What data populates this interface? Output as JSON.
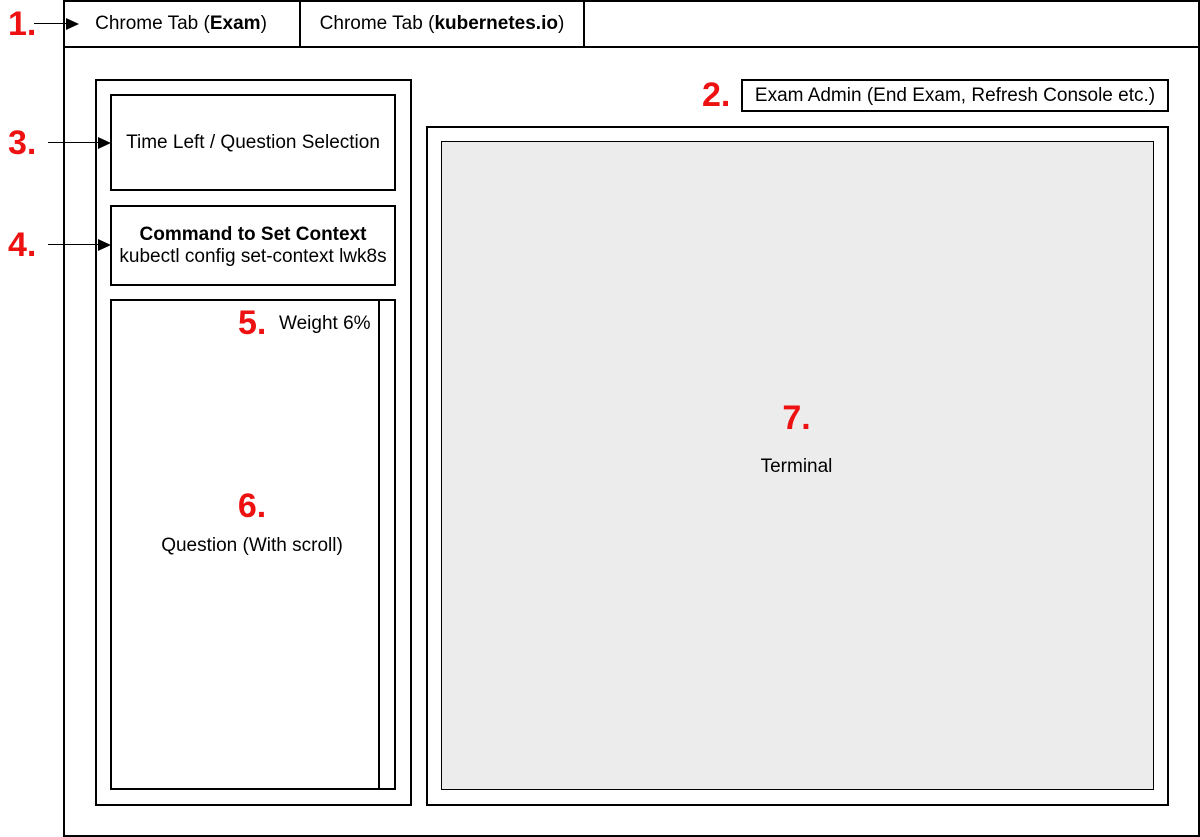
{
  "callouts": [
    "1.",
    "2.",
    "3.",
    "4.",
    "5.",
    "6.",
    "7."
  ],
  "tabs": [
    {
      "prefix": "Chrome Tab (",
      "bold": "Exam",
      "suffix": ")"
    },
    {
      "prefix": "Chrome Tab (",
      "bold": "kubernetes.io",
      "suffix": ")"
    }
  ],
  "exam_admin": "Exam Admin (End Exam, Refresh Console etc.)",
  "time_left": "Time Left / Question Selection",
  "context": {
    "title": "Command to Set Context",
    "command": "kubectl config set-context lwk8s"
  },
  "weight": "Weight 6%",
  "question": "Question (With scroll)",
  "terminal": "Terminal",
  "colors": {
    "callout": "#ee1111",
    "terminal_bg": "#ececec",
    "border": "#000000"
  }
}
